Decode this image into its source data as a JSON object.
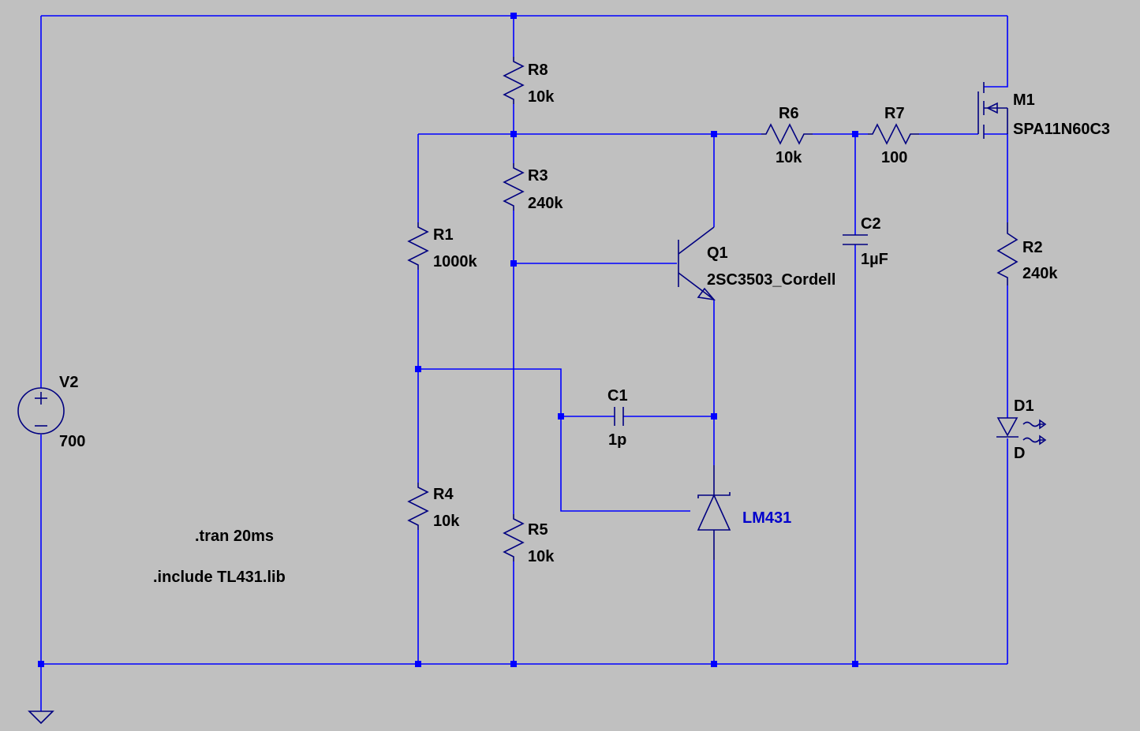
{
  "components": {
    "v2": {
      "name": "V2",
      "value": "700"
    },
    "r8": {
      "name": "R8",
      "value": "10k"
    },
    "r3": {
      "name": "R3",
      "value": "240k"
    },
    "r1": {
      "name": "R1",
      "value": "1000k"
    },
    "r4": {
      "name": "R4",
      "value": "10k"
    },
    "r5": {
      "name": "R5",
      "value": "10k"
    },
    "r6": {
      "name": "R6",
      "value": "10k"
    },
    "r7": {
      "name": "R7",
      "value": "100"
    },
    "r2": {
      "name": "R2",
      "value": "240k"
    },
    "c1": {
      "name": "C1",
      "value": "1p"
    },
    "c2": {
      "name": "C2",
      "value": "1µF"
    },
    "q1": {
      "name": "Q1",
      "value": "2SC3503_Cordell"
    },
    "m1": {
      "name": "M1",
      "value": "SPA11N60C3"
    },
    "d1": {
      "name": "D1",
      "value": "D"
    },
    "u1": {
      "value": "LM431"
    }
  },
  "directives": {
    "tran": ".tran 20ms",
    "include": ".include TL431.lib"
  },
  "colors": {
    "background": "#c0c0c0",
    "wire": "#0000ff",
    "symbol": "#000080",
    "label": "#000000",
    "subckt_label": "#0000cc"
  }
}
